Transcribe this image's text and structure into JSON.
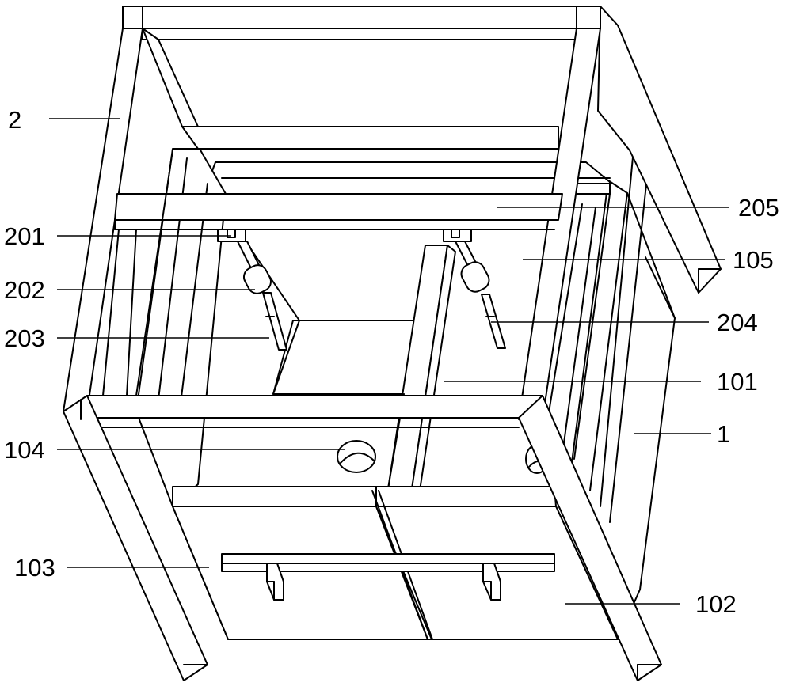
{
  "labels": {
    "frame": "2",
    "crossbeam": "205",
    "clamp": "201",
    "sleeve": "202",
    "rod": "203",
    "rod_tip": "204",
    "back_wall": "105",
    "partition": "101",
    "outer_box": "1",
    "hole": "104",
    "handle": "103",
    "door": "102"
  }
}
